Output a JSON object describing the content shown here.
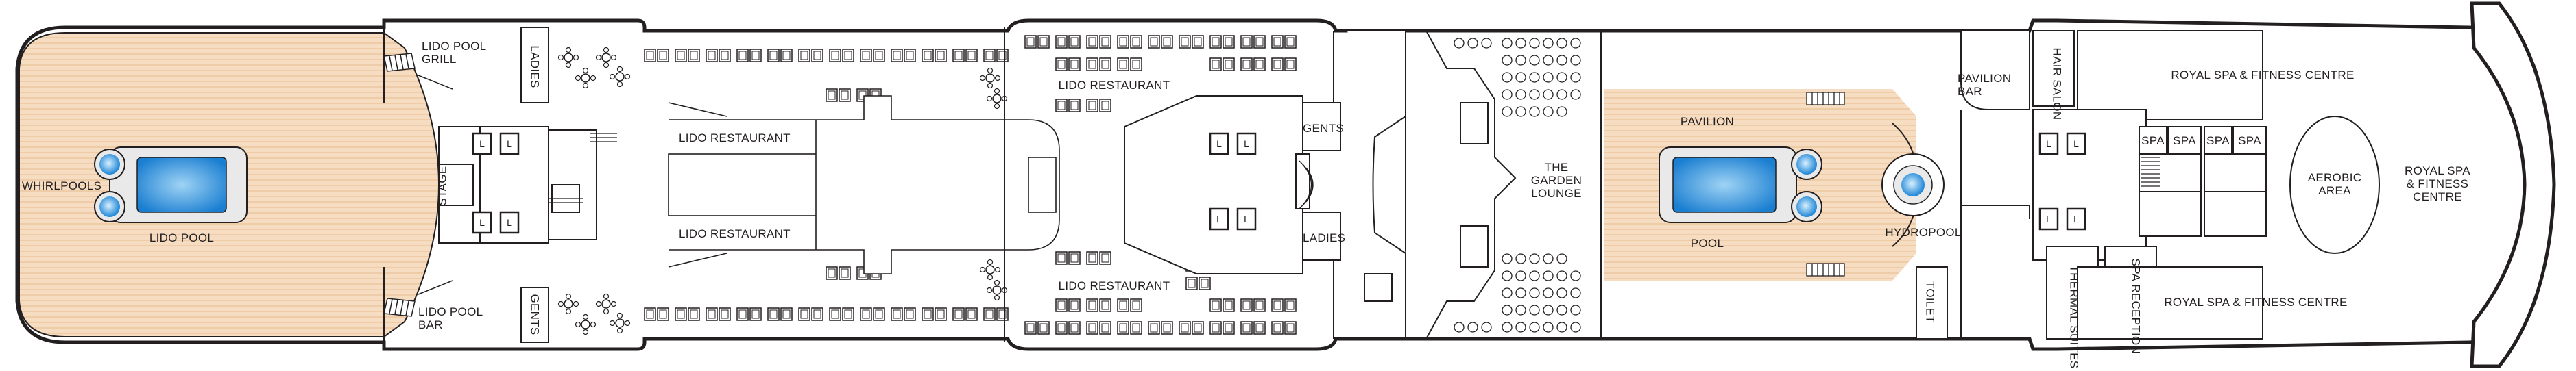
{
  "deck": {
    "labels": {
      "whirlpools": "WHIRLPOOLS",
      "lido_pool": "LIDO POOL",
      "lido_pool_grill": "LIDO POOL\nGRILL",
      "ladies_top": "LADIES",
      "stage": "STAGE",
      "lido_pool_bar": "LIDO POOL\nBAR",
      "gents_bottom": "GENTS",
      "lido_restaurant_1": "LIDO RESTAURANT",
      "lido_restaurant_2": "LIDO RESTAURANT",
      "lido_restaurant_3": "LIDO RESTAURANT",
      "lido_restaurant_4": "LIDO RESTAURANT",
      "gents_mid": "GENTS",
      "ladies_mid": "LADIES",
      "garden_lounge": "THE\nGARDEN\nLOUNGE",
      "pavilion": "PAVILION",
      "pool": "POOL",
      "pavilion_bar": "PAVILION\nBAR",
      "hydropool": "HYDROPOOL",
      "toilet": "TOILET",
      "hair_salon": "HAIR\nSALON",
      "thermal_suites": "THERMAL\nSUITES",
      "spa_reception": "SPA\nRECEPTION",
      "royal_spa_top": "ROYAL SPA & FITNESS CENTRE",
      "royal_spa_bottom": "ROYAL SPA & FITNESS CENTRE",
      "spa_1": "SPA",
      "spa_2": "SPA",
      "spa_3": "SPA",
      "spa_4": "SPA",
      "aerobic_area": "AEROBIC\nAREA",
      "royal_spa_side": "ROYAL SPA\n& FITNESS\nCENTRE",
      "lift": "L"
    },
    "colors": {
      "outline": "#231f20",
      "deck_wood": "#f6dcc0",
      "deck_wood_line": "#ecc7a0",
      "pool_water": "#1b7fd1",
      "pool_water_light": "#9fd3f5",
      "pool_frame": "#e9e9e9"
    }
  }
}
